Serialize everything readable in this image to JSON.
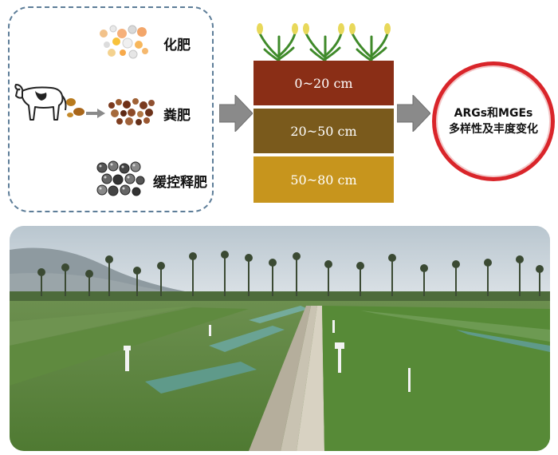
{
  "fertilizers": {
    "chemical": {
      "label": "化肥"
    },
    "manure": {
      "label": "粪肥"
    },
    "slow_release": {
      "label": "缓控释肥"
    }
  },
  "soil_layers": [
    {
      "depth": "0~20 cm",
      "color": "#8a2e16"
    },
    {
      "depth": "20~50 cm",
      "color": "#7a5a1c"
    },
    {
      "depth": "50~80 cm",
      "color": "#c7951d"
    }
  ],
  "outcome": {
    "line1": "ARGs和MGEs",
    "line2": "多样性及丰度变化",
    "border_color": "#d9252a"
  },
  "colors": {
    "arrow": "#8a8a8a",
    "dashed_border": "#5d7d98"
  }
}
